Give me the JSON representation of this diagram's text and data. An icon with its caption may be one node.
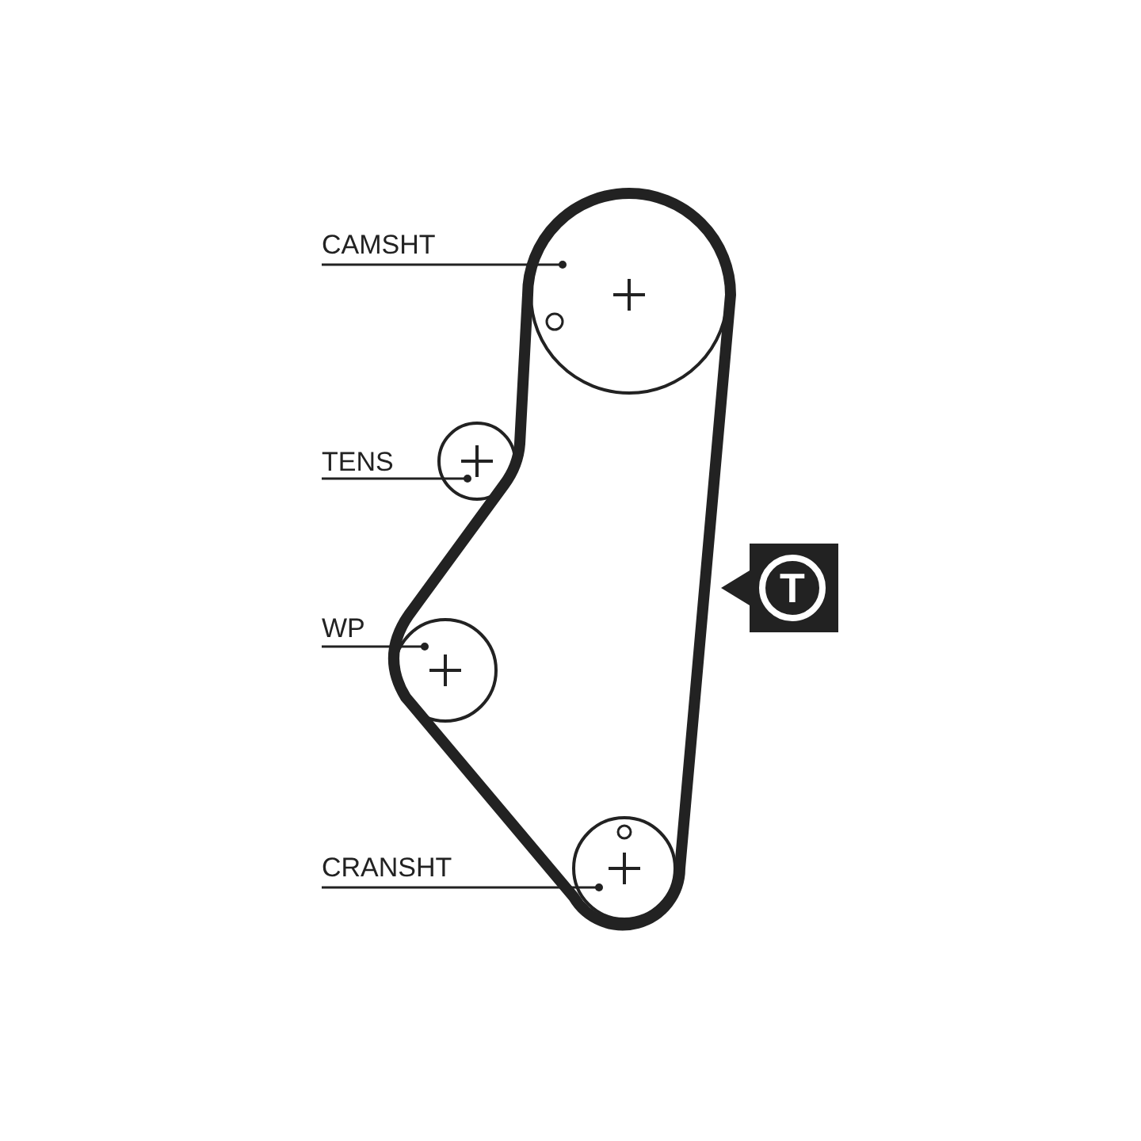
{
  "diagram": {
    "nodes": [
      {
        "text": [
          "CAMSHT"
        ]
      },
      {
        "text": [],
        "shape": "circle"
      },
      {
        "text": [
          "TENS"
        ]
      },
      {
        "text": [],
        "shape": "circle"
      },
      {
        "text": [
          "T"
        ]
      },
      {
        "text": [
          "WP"
        ]
      },
      {
        "text": [],
        "shape": "circle"
      },
      {
        "text": [
          "CRANSHT"
        ]
      },
      {
        "text": [],
        "shape": "circle"
      }
    ],
    "edges": [
      {
        "from": 0,
        "to": 1,
        "arrow": "other"
      },
      {
        "from": 2,
        "to": 3,
        "arrow": "other"
      },
      {
        "from": 5,
        "to": 6,
        "arrow": "other"
      },
      {
        "from": 7,
        "to": 8,
        "arrow": "other"
      }
    ]
  }
}
